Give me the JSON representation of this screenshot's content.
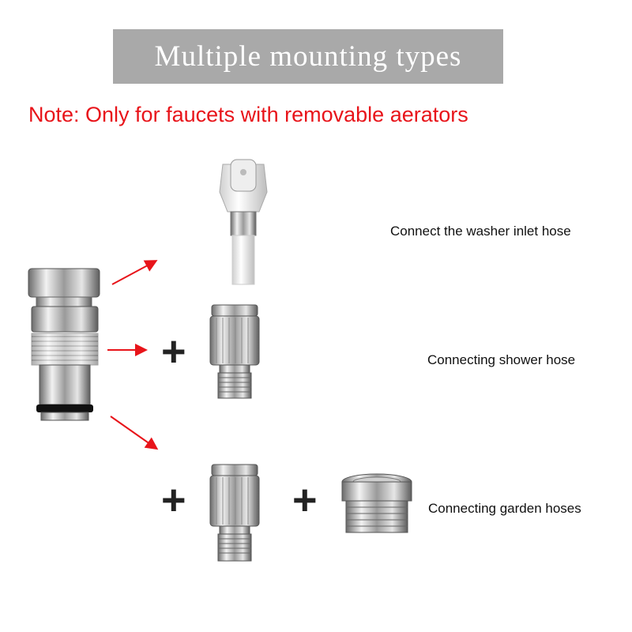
{
  "banner": {
    "title": "Multiple mounting types"
  },
  "note": {
    "text": "Note: Only for faucets with removable aerators"
  },
  "options": [
    {
      "caption": "Connect the washer inlet hose"
    },
    {
      "caption": "Connecting shower hose"
    },
    {
      "caption": "Connecting garden hoses"
    }
  ],
  "symbols": {
    "plus": "+"
  },
  "colors": {
    "note": "#e8141a",
    "arrow": "#e8141a",
    "banner_bg": "#a9a9a9"
  }
}
